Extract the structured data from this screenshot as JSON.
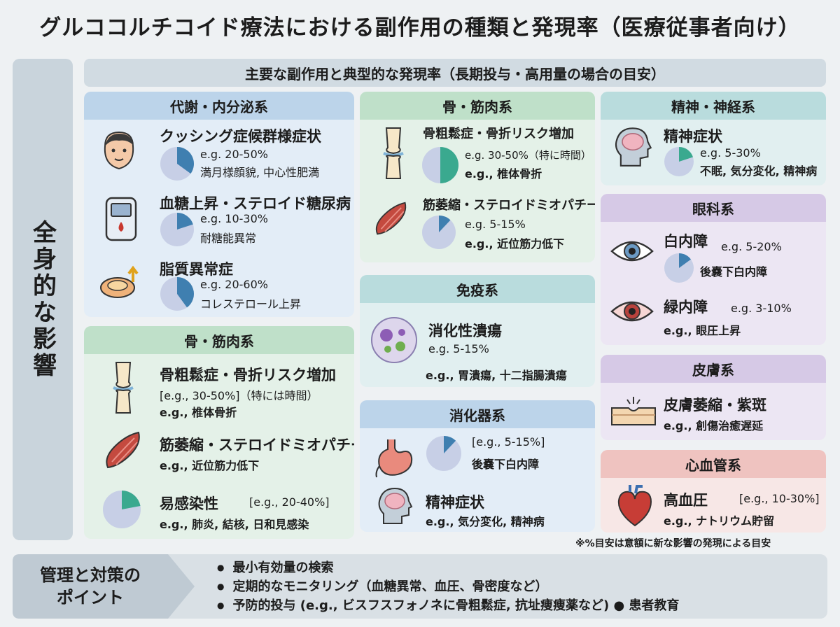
{
  "title": "グルココルチコイド療法における副作用の種類と発現率（医療従事者向け）",
  "left_label": "全身的な影響",
  "subtitle": "主要な副作用と典型的な発現率（長期投与・高用量の場合の目安）",
  "colors": {
    "pie_accent": "#3f7fb0",
    "pie_accent_green": "#3aa98f",
    "pie_base": "#c7cfe6"
  },
  "panels": {
    "metabolic": {
      "header": "代謝・内分泌系",
      "items": [
        {
          "title": "クッシング症候群様症状",
          "rate": "e.g. 20-50%",
          "detail": "満月様顔貌, 中心性肥満",
          "pie": 0.35,
          "icon": "face-icon"
        },
        {
          "title": "血糖上昇・ステロイド糖尿病",
          "rate": "e.g. 10-30%",
          "detail": "耐糖能異常",
          "pie": 0.2,
          "icon": "glucose-meter-icon"
        },
        {
          "title": "脂質異常症",
          "rate": "e.g. 20-60%",
          "detail": "コレステロール上昇",
          "pie": 0.4,
          "icon": "lipid-icon"
        }
      ]
    },
    "bone_left": {
      "header": "骨・筋肉系",
      "items": [
        {
          "title": "骨粗鬆症・骨折リスク増加",
          "rate": "[e.g., 30-50%]（特には時間）",
          "detail": "e.g., 椎体骨折",
          "icon": "knee-joint-icon"
        },
        {
          "title": "筋萎縮・ステロイドミオパチー",
          "detail": "e.g., 近位筋力低下",
          "icon": "muscle-icon"
        },
        {
          "title": "易感染性",
          "rate": "[e.g., 20-40%]",
          "detail": "e.g., 肺炎, 結核, 日和見感染",
          "pie": 0.22
        }
      ]
    },
    "bone_mid": {
      "header": "骨・筋肉系",
      "items": [
        {
          "title": "骨粗鬆症・骨折リスク増加",
          "rate": "e.g. 30-50%（特に時間）",
          "detail": "e.g., 椎体骨折",
          "pie": 0.5,
          "icon": "knee-joint-icon"
        },
        {
          "title": "筋萎縮・ステロイドミオパチー",
          "rate": "e.g. 5-15%",
          "detail": "e.g., 近位筋力低下",
          "pie": 0.12,
          "icon": "muscle-icon"
        }
      ]
    },
    "immune": {
      "header": "免疫系",
      "items": [
        {
          "title": "消化性潰瘍",
          "rate": "e.g. 5-15%",
          "detail": "e.g., 胃潰瘍, 十二指腸潰瘍",
          "icon": "microbe-icon"
        }
      ]
    },
    "digestive": {
      "header": "消化器系",
      "items": [
        {
          "rate": "[e.g., 5-15%]",
          "detail": "後嚢下白内障",
          "pie": 0.12,
          "icon": "stomach-icon"
        },
        {
          "title": "精神症状",
          "detail": "e.g., 気分変化, 精神病",
          "icon": "brain-head-icon"
        }
      ]
    },
    "neuro": {
      "header": "精神・神経系",
      "items": [
        {
          "title": "精神症状",
          "rate": "e.g. 5-30%",
          "detail": "不眠, 気分変化, 精神病",
          "pie": 0.2,
          "icon": "brain-head-icon"
        }
      ]
    },
    "eye": {
      "header": "眼科系",
      "items": [
        {
          "title": "白内障",
          "rate": "e.g. 5-20%",
          "detail": "後嚢下白内障",
          "pie": 0.15,
          "icon": "eye-icon"
        },
        {
          "title": "緑内障",
          "rate": "e.g. 3-10%",
          "detail": "e.g., 眼圧上昇",
          "icon": "red-eye-icon"
        }
      ]
    },
    "skin": {
      "header": "皮膚系",
      "items": [
        {
          "title": "皮膚萎縮・紫斑",
          "detail": "e.g., 創傷治癒遅延",
          "icon": "skin-icon"
        }
      ]
    },
    "cardio": {
      "header": "心血管系",
      "items": [
        {
          "title": "高血圧",
          "rate": "[e.g., 10-30%]",
          "detail": "e.g., ナトリウム貯留",
          "icon": "heart-icon"
        }
      ]
    }
  },
  "note": "※%目安は意額に新な影響の発現による目安",
  "management": {
    "label_line1": "管理と対策の",
    "label_line2": "ポイント",
    "bullets": [
      "最小有効量の検索",
      "定期的なモニタリング（血糖異常、血圧、骨密度など）",
      "予防的投与 (e.g., ビスフスフォノネに骨粗鬆症, 抗址痩痩薬など) ● 患者教育"
    ]
  }
}
